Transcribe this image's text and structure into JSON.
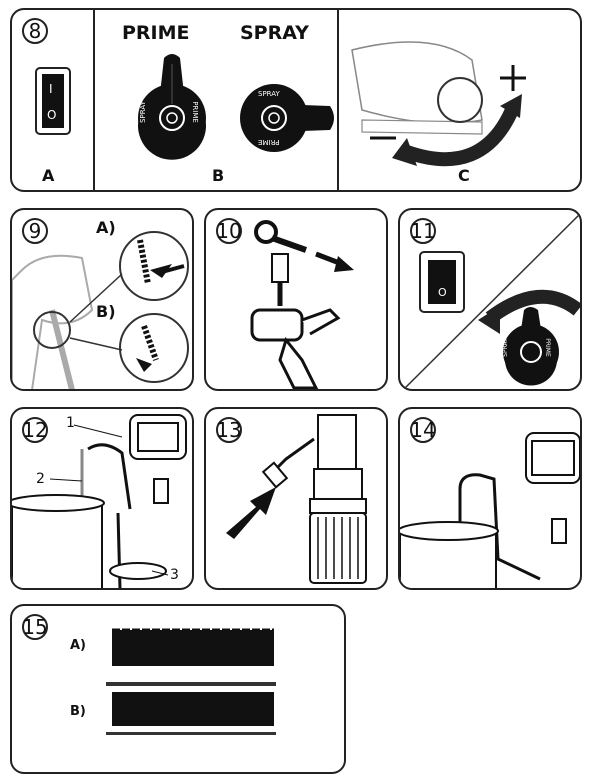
{
  "steps": {
    "s8": {
      "number": "8",
      "label_a": "A",
      "label_b": "B",
      "label_c": "C",
      "prime": "PRIME",
      "spray": "SPRAY",
      "switch_on": "I",
      "switch_off": "O",
      "knob_spray": "SPRAY",
      "knob_prime": "PRIME"
    },
    "s9": {
      "number": "9",
      "label_a": "A)",
      "label_b": "B)"
    },
    "s10": {
      "number": "10"
    },
    "s11": {
      "number": "11",
      "switch_off": "O",
      "knob_spray": "SPRAY",
      "knob_prime": "PRIME"
    },
    "s12": {
      "number": "12",
      "callout_1": "1",
      "callout_2": "2",
      "callout_3": "3"
    },
    "s13": {
      "number": "13"
    },
    "s14": {
      "number": "14"
    },
    "s15": {
      "number": "15",
      "label_a": "A)",
      "label_b": "B)"
    }
  }
}
